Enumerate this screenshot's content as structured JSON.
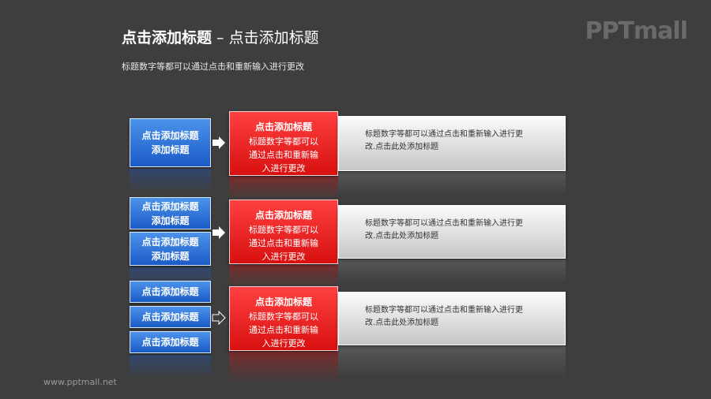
{
  "header": {
    "title_main": "点击添加标题",
    "title_sep": " – ",
    "title_sub": "点击添加标题",
    "subtitle": "标题数字等都可以通过点击和重新输入进行更改"
  },
  "logo": "PPTmall",
  "footer": "www.pptmall.net",
  "rows": [
    {
      "blue": [
        "点击添加标题\n添加标题"
      ],
      "red_title": "点击添加标题",
      "red_body": "标题数字等都可以\n通过点击和重新输\n入进行更改",
      "grey_text": "标题数字等都可以通过点击和重新输入进行更\n改.点击此处添加标题"
    },
    {
      "blue": [
        "点击添加标题\n添加标题",
        "点击添加标题\n添加标题"
      ],
      "red_title": "点击添加标题",
      "red_body": "标题数字等都可以\n通过点击和重新输\n入进行更改",
      "grey_text": "标题数字等都可以通过点击和重新输入进行更\n改.点击此处添加标题"
    },
    {
      "blue": [
        "点击添加标题",
        "点击添加标题",
        "点击添加标题"
      ],
      "red_title": "点击添加标题",
      "red_body": "标题数字等都可以\n通过点击和重新输\n入进行更改",
      "grey_text": "标题数字等都可以通过点击和重新输入进行更\n改.点击此处添加标题"
    }
  ]
}
